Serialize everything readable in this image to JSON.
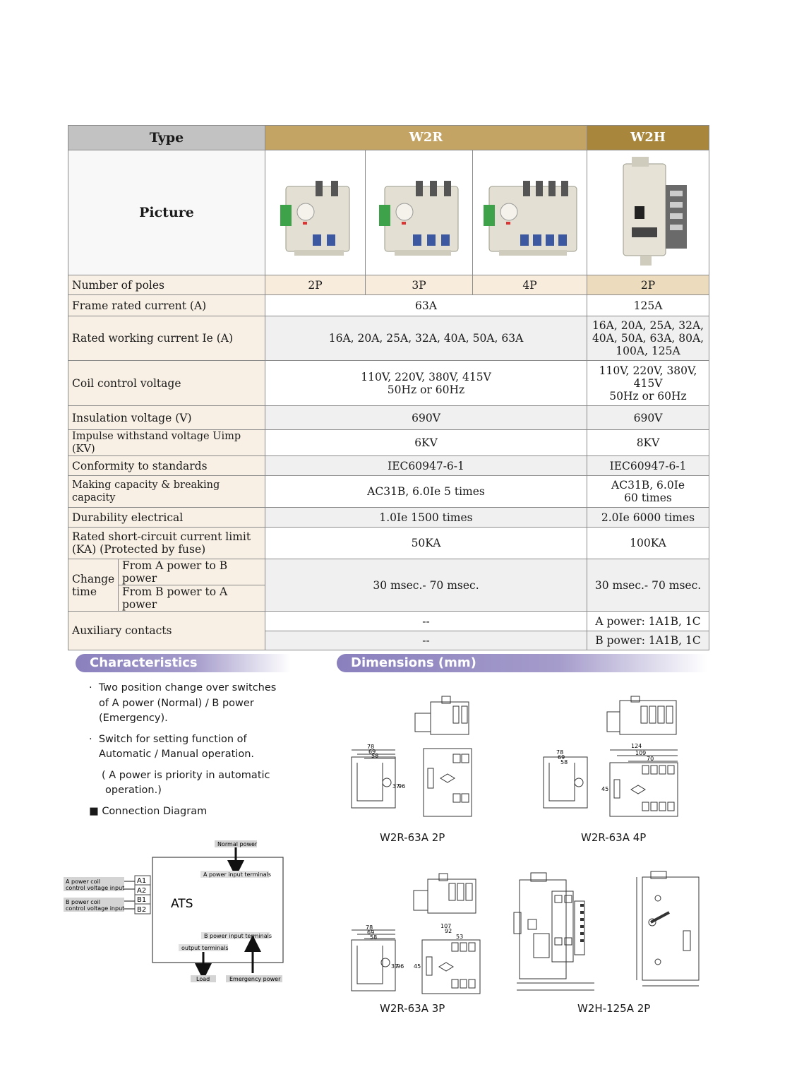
{
  "table": {
    "header": {
      "type": "Type",
      "w2r": "W2R",
      "w2h": "W2H"
    },
    "picture_label": "Picture",
    "poles": {
      "label": "Number of poles",
      "w2r_2p": "2P",
      "w2r_3p": "3P",
      "w2r_4p": "4P",
      "w2h": "2P"
    },
    "frame": {
      "label": "Frame rated current (A)",
      "w2r": "63A",
      "w2h": "125A"
    },
    "rated": {
      "label": "Rated working current Ie (A)",
      "w2r": "16A, 20A, 25A, 32A, 40A, 50A, 63A",
      "w2h_1": "16A, 20A, 25A, 32A,",
      "w2h_2": "40A, 50A, 63A, 80A,",
      "w2h_3": "100A, 125A"
    },
    "coil": {
      "label": "Coil control voltage",
      "w2r_1": "110V, 220V, 380V, 415V",
      "w2r_2": "50Hz or 60Hz",
      "w2h_1": "110V, 220V, 380V,",
      "w2h_2": "415V",
      "w2h_3": "50Hz or 60Hz"
    },
    "insulation": {
      "label": "Insulation voltage (V)",
      "w2r": "690V",
      "w2h": "690V"
    },
    "impulse": {
      "label": "Impulse withstand voltage Uimp (KV)",
      "w2r": "6KV",
      "w2h": "8KV"
    },
    "conformity": {
      "label": "Conformity to standards",
      "w2r": "IEC60947-6-1",
      "w2h": "IEC60947-6-1"
    },
    "making": {
      "label": "Making capacity & breaking capacity",
      "w2r": "AC31B, 6.0Ie 5 times",
      "w2h_1": "AC31B, 6.0Ie",
      "w2h_2": "60 times"
    },
    "durability": {
      "label": "Durability electrical",
      "w2r": "1.0Ie 1500 times",
      "w2h": "2.0Ie 6000 times"
    },
    "shortcircuit": {
      "label_1": "Rated short-circuit current limit",
      "label_2": "(KA) (Protected by fuse)",
      "w2r": "50KA",
      "w2h": "100KA"
    },
    "change": {
      "label_1": "Change",
      "label_2": "time",
      "sub_a": "From A power to B power",
      "sub_b": "From B power to A power",
      "w2r": "30 msec.- 70 msec.",
      "w2h": "30 msec.- 70 msec."
    },
    "aux": {
      "label": "Auxiliary contacts",
      "w2r_a": "--",
      "w2r_b": "--",
      "w2h_a": "A power: 1A1B, 1C",
      "w2h_b": "B power: 1A1B, 1C"
    }
  },
  "characteristics": {
    "title": "Characteristics",
    "b1_l1": "Two position change over switches",
    "b1_l2": "of A power (Normal) / B power",
    "b1_l3": "(Emergency).",
    "b2_l1": "Switch for setting function of",
    "b2_l2": "Automatic / Manual operation.",
    "note_l1": "( A power is priority in automatic",
    "note_l2": "operation.)",
    "connection": "Connection Diagram",
    "bullet_dot": "·",
    "bullet_sq": "■"
  },
  "diagram": {
    "normal_power": "Normal power",
    "a_terminals": "A power input terminals",
    "a_coil_1": "A power coil",
    "a_coil_2": "control voltage input",
    "b_coil_1": "B power coil",
    "b_coil_2": "control voltage input",
    "a1": "A1",
    "a2": "A2",
    "b1": "B1",
    "b2": "B2",
    "ats": "ATS",
    "b_terminals": "B power input terminals",
    "output": "output terminals",
    "load": "Load",
    "emergency": "Emergency power"
  },
  "dimensions": {
    "title": "Dimensions (mm)",
    "cap1": "W2R-63A  2P",
    "cap2": "W2R-63A  4P",
    "cap3": "W2R-63A  3P",
    "cap4": "W2H-125A  2P",
    "d78": "78",
    "d69": "69",
    "d58": "58",
    "d37": "37",
    "d96": "96",
    "d45": "45",
    "d124": "124",
    "d109": "109",
    "d70": "70",
    "d107": "107",
    "d92": "92",
    "d53": "53"
  },
  "colors": {
    "w2r_header": "#c4a465",
    "w2h_header": "#a8863c",
    "section_bar": "#9188c0"
  }
}
